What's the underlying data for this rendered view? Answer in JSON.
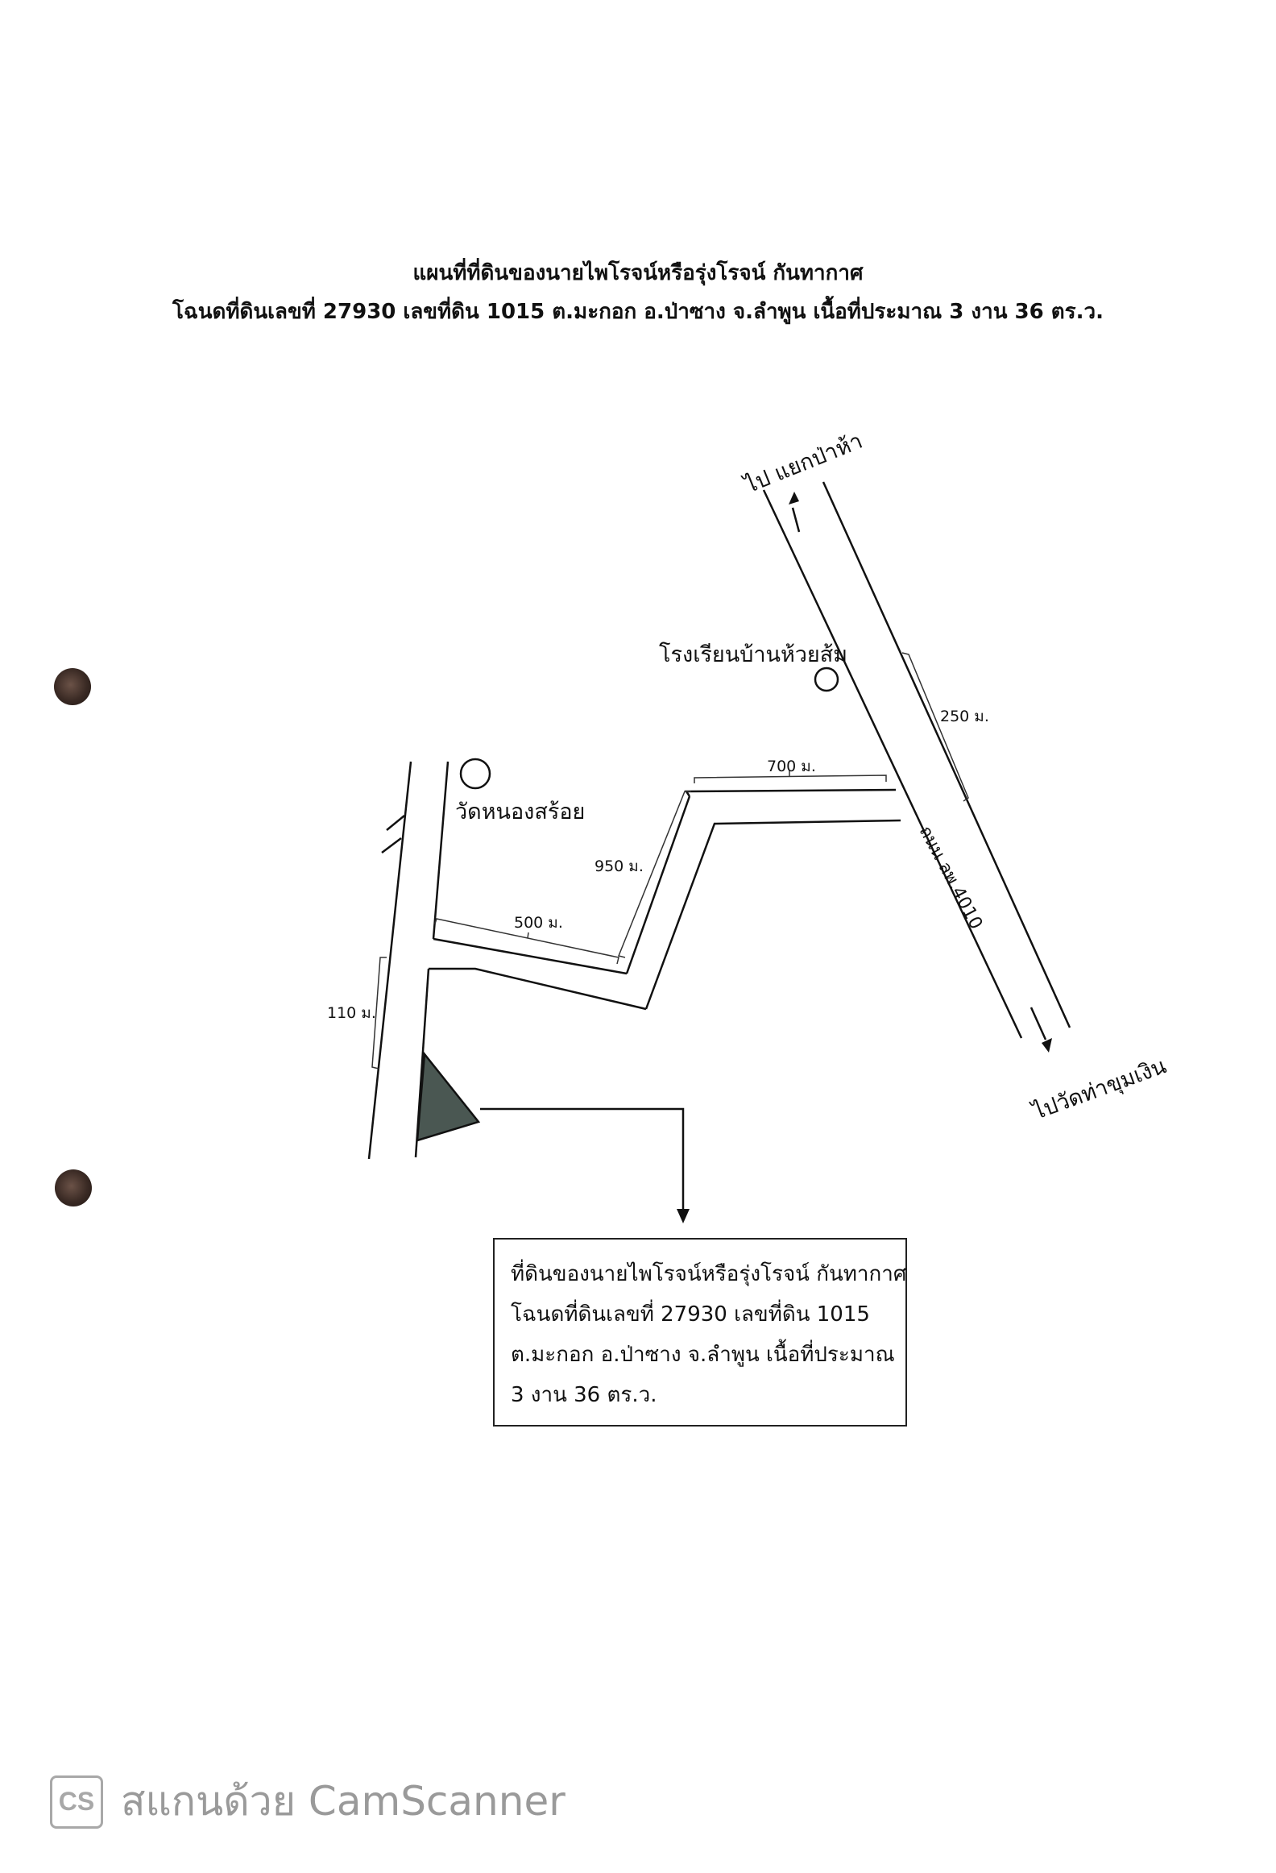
{
  "title": {
    "line1": "แผนที่ที่ดินของนายไพโรจน์หรือรุ่งโรจน์ กันทากาศ",
    "line2": "โฉนดที่ดินเลขที่ 27930 เลขที่ดิน 1015 ต.มะกอก อ.ป่าซาง จ.ลำพูน เนื้อที่ประมาณ 3 งาน 36 ตร.ว."
  },
  "map": {
    "landmarks": {
      "school": "โรงเรียนบ้านห้วยส้ม",
      "temple": "วัดหนองสร้อย"
    },
    "directions": {
      "north": "ไป แยกป่าห้า",
      "south": "ไปวัดท่าขุมเงิน"
    },
    "road_name": "ถนน ลพ.4010",
    "distances": {
      "d250": "250 ม.",
      "d700": "700 ม.",
      "d950": "950 ม.",
      "d500": "500 ม.",
      "d110": "110 ม."
    }
  },
  "legend": {
    "line1": "ที่ดินของนายไพโรจน์หรือรุ่งโรจน์ กันทากาศ",
    "line2": "โฉนดที่ดินเลขที่ 27930 เลขที่ดิน 1015",
    "line3": "ต.มะกอก อ.ป่าซาง จ.ลำพูน เนื้อที่ประมาณ",
    "line4": "3 งาน 36 ตร.ว."
  },
  "watermark": {
    "logo": "CS",
    "text": "สแกนด้วย CamScanner"
  },
  "colors": {
    "parcel": "#4a5752",
    "ink": "#111111"
  }
}
